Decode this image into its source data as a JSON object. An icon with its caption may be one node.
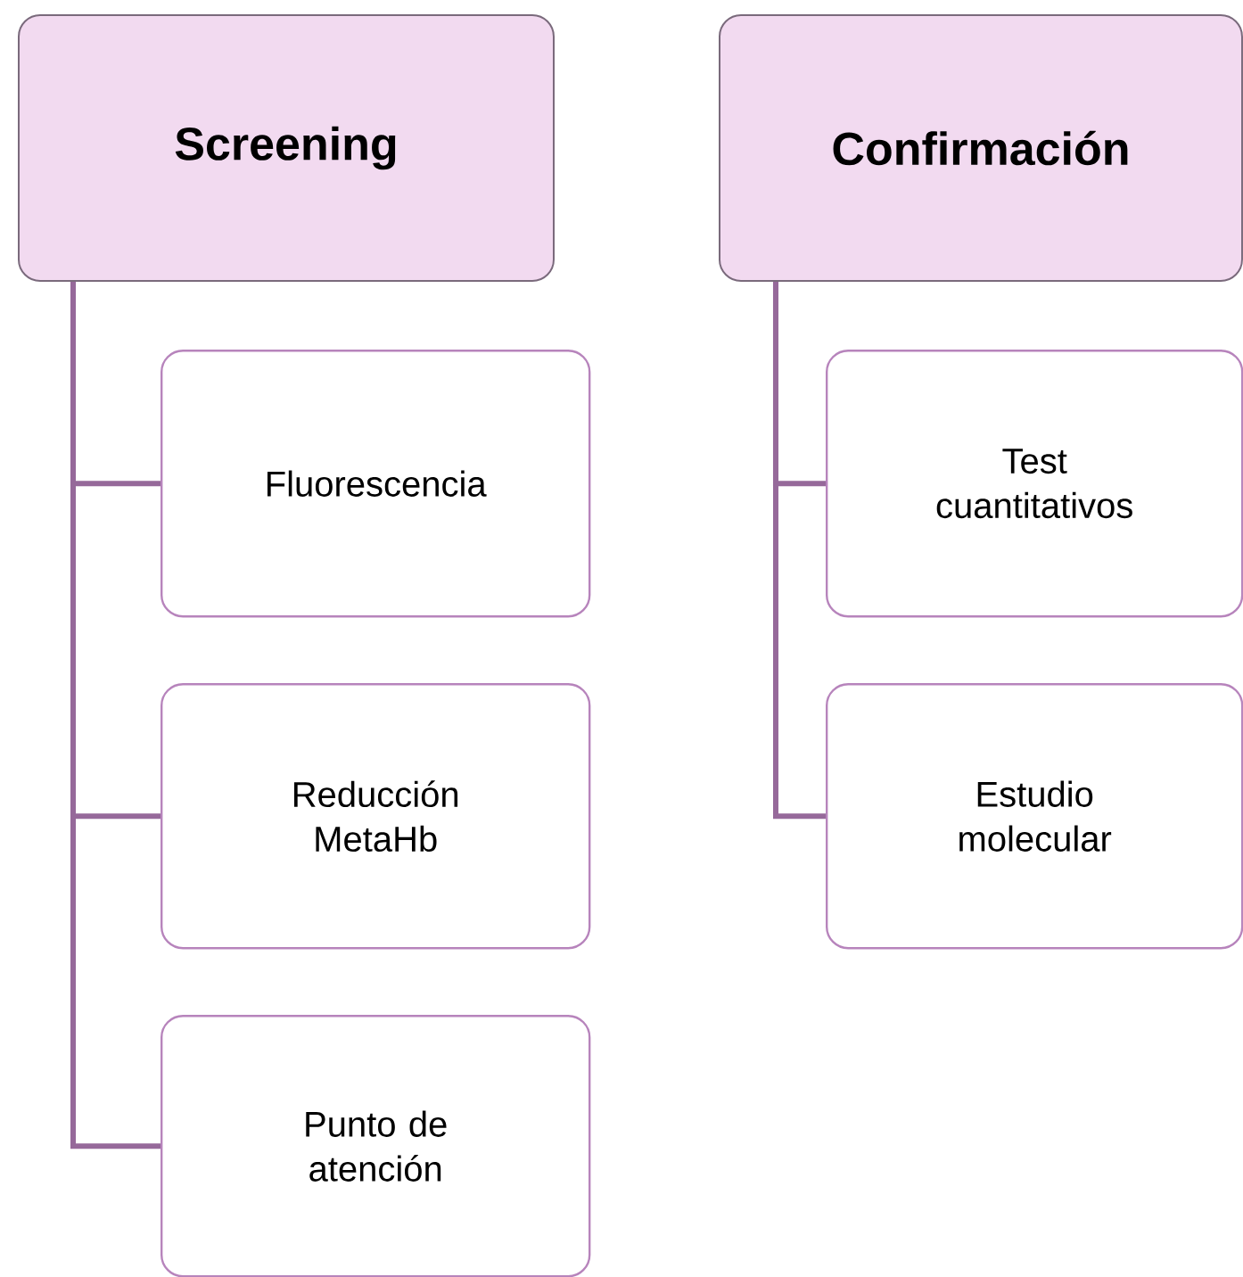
{
  "diagram": {
    "nodes": [
      {
        "text": [
          "Screening"
        ]
      },
      {
        "text": [
          "Fluorescencia"
        ]
      },
      {
        "text": [
          "Reducción MetaHb"
        ]
      },
      {
        "text": [
          "Punto de atención"
        ]
      },
      {
        "text": [
          "Confirmación"
        ]
      },
      {
        "text": [
          "Test cuantitativos"
        ]
      },
      {
        "text": [
          "Estudio molecular"
        ]
      }
    ],
    "edges": [
      {
        "from": 0,
        "to": 1,
        "arrow": "none"
      },
      {
        "from": 0,
        "to": 2,
        "arrow": "none"
      },
      {
        "from": 0,
        "to": 3,
        "arrow": "none"
      },
      {
        "from": 4,
        "to": 5,
        "arrow": "none"
      },
      {
        "from": 4,
        "to": 6,
        "arrow": "none"
      }
    ]
  }
}
